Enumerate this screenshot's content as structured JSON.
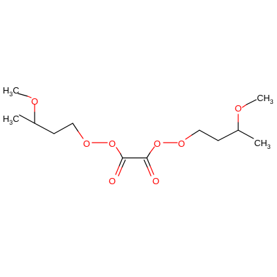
{
  "colors": {
    "carbon": "#000000",
    "oxygen": "#ff0000",
    "background": "#ffffff"
  },
  "labels": {
    "h3c_left_top": {
      "main": "H",
      "sub": "3",
      "tail": "C"
    },
    "o_left_methoxy": "O",
    "h3c_left_bottom": {
      "main": "H",
      "sub": "3",
      "tail": "C"
    },
    "o_left_peroxy_1": "O",
    "o_left_peroxy_2": "O",
    "o_carbonyl_left": "O",
    "o_carbonyl_right": "O",
    "o_right_peroxy_1": "O",
    "o_right_peroxy_2": "O",
    "o_right_methoxy": "O",
    "ch3_right_top": {
      "main": "CH",
      "sub": "3"
    },
    "ch3_right_bottom": {
      "main": "CH",
      "sub": "3"
    }
  }
}
